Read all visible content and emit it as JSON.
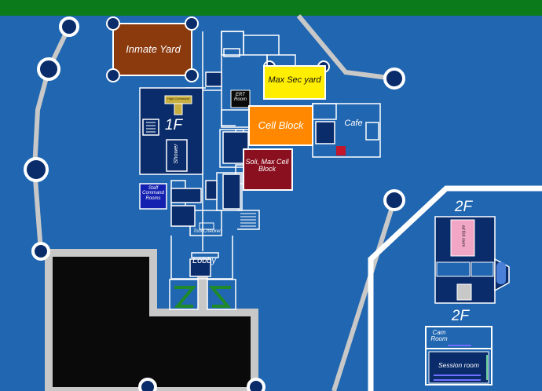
{
  "colors": {
    "background": "#2066b0",
    "top_bar": "#0a7a1a",
    "wall": "#ffffff",
    "road": "#c8c8c8",
    "navy_room": "#0a2c6b",
    "inmate_yard": "#8b3a0e",
    "max_sec_yard": "#ffee00",
    "cell_block": "#ff8800",
    "solitary": "#8a0f1f",
    "staff_rooms": "#1420b0",
    "ert_room": "#0a0a0a",
    "tower_fill": "#0a2c6b",
    "parking": "#0a0a0a",
    "gate_green": "#1f8a2a",
    "pink_room": "#f2a6c6"
  },
  "labels": {
    "inmate_yard": "Inmate Yard",
    "max_sec_yard": "Max Sec yard",
    "ert_room": "ERT Room",
    "cell_block": "Cell Block",
    "cafe": "Cafe",
    "first_floor": "1F",
    "shower": "Shower",
    "solitary": "Soli, Max Cell Block",
    "staff_rooms": "Staff Command Rooms",
    "tool_checker": "Tool Checker",
    "lobby": "Lobby",
    "second_floor_a": "2F",
    "second_floor_b": "2F",
    "cam_room": "Cam Room",
    "session_room": "Session room",
    "high_command": "High Command",
    "pink_room": "ed fish room"
  }
}
